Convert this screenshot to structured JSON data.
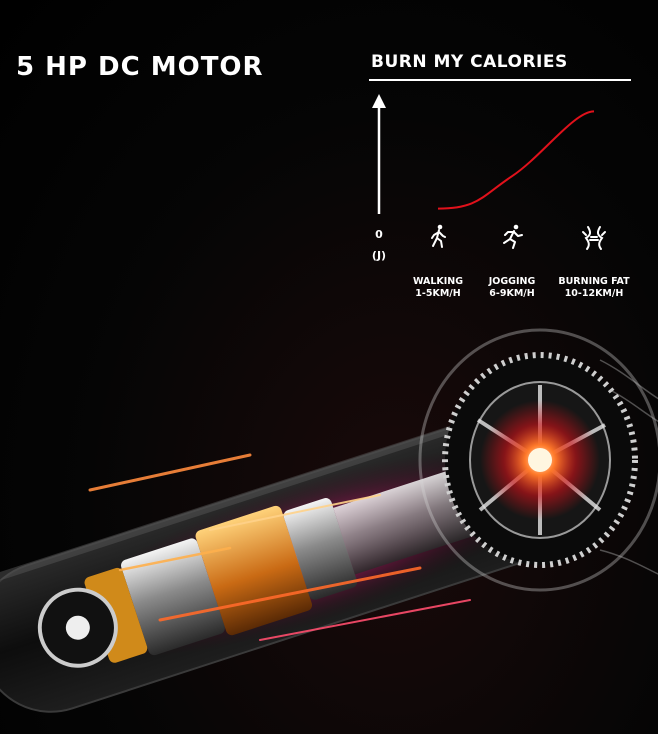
{
  "headline": "5 HP DC MOTOR",
  "chart_data": {
    "type": "line",
    "title": "BURN MY CALORIES",
    "xlabel": "",
    "ylabel": "",
    "y_origin_label": "0",
    "y_unit_label": "(J)",
    "categories": [
      {
        "icon": "walking-person-icon",
        "name": "WALKING",
        "range": "1-5KM/H"
      },
      {
        "icon": "running-person-icon",
        "name": "JOGGING",
        "range": "6-9KM/H"
      },
      {
        "icon": "fat-burning-body-icon",
        "name": "BURNING FAT",
        "range": "10-12KM/H"
      }
    ],
    "series": [
      {
        "color": "#e1111b",
        "values": [
          0.05,
          0.35,
          0.95
        ]
      }
    ],
    "ylim": [
      0,
      1
    ],
    "grid": false,
    "legend": "none"
  },
  "colors": {
    "background": "#000000",
    "text": "#ffffff",
    "curve": "#e1111b",
    "glow": "#ff5a1f"
  },
  "illustration": {
    "icon": "dc-motor-cutaway-illustration"
  }
}
